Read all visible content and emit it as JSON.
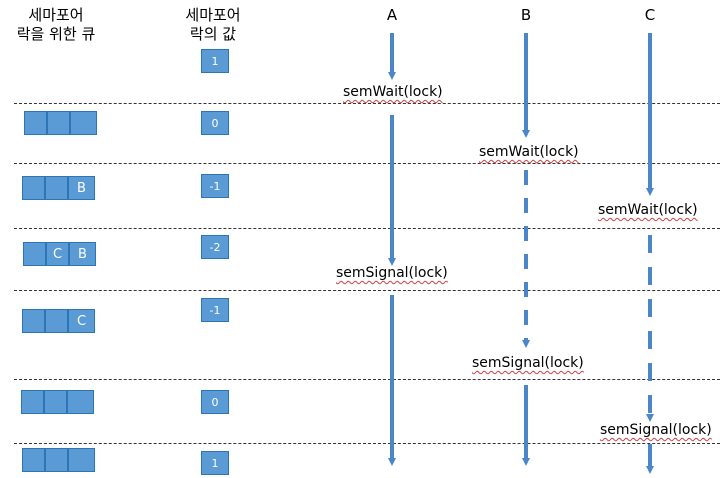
{
  "headers": {
    "queue": [
      "세마포어",
      "락을 위한 큐"
    ],
    "value": [
      "세마포어",
      "락의 값"
    ]
  },
  "processes": [
    "A",
    "B",
    "C"
  ],
  "operations": {
    "a_wait": "semWait(lock)",
    "b_wait": "semWait(lock)",
    "c_wait": "semWait(lock)",
    "a_signal": "semSignal(lock)",
    "b_signal": "semSignal(lock)",
    "c_signal": "semSignal(lock)"
  },
  "rows": [
    {
      "queue": null,
      "value": "1"
    },
    {
      "queue": [
        "",
        "",
        ""
      ],
      "value": "0"
    },
    {
      "queue": [
        "",
        "",
        "B"
      ],
      "value": "-1"
    },
    {
      "queue": [
        "",
        "C",
        "B"
      ],
      "value": "-2"
    },
    {
      "queue": [
        "",
        "",
        "C"
      ],
      "value": "-1"
    },
    {
      "queue": [
        "",
        "",
        ""
      ],
      "value": "0"
    },
    {
      "queue": [
        "",
        "",
        ""
      ],
      "value": "1"
    }
  ],
  "colors": {
    "box": "#5b9bd5",
    "border": "#2e75b6",
    "arrow": "#4a86c8"
  }
}
